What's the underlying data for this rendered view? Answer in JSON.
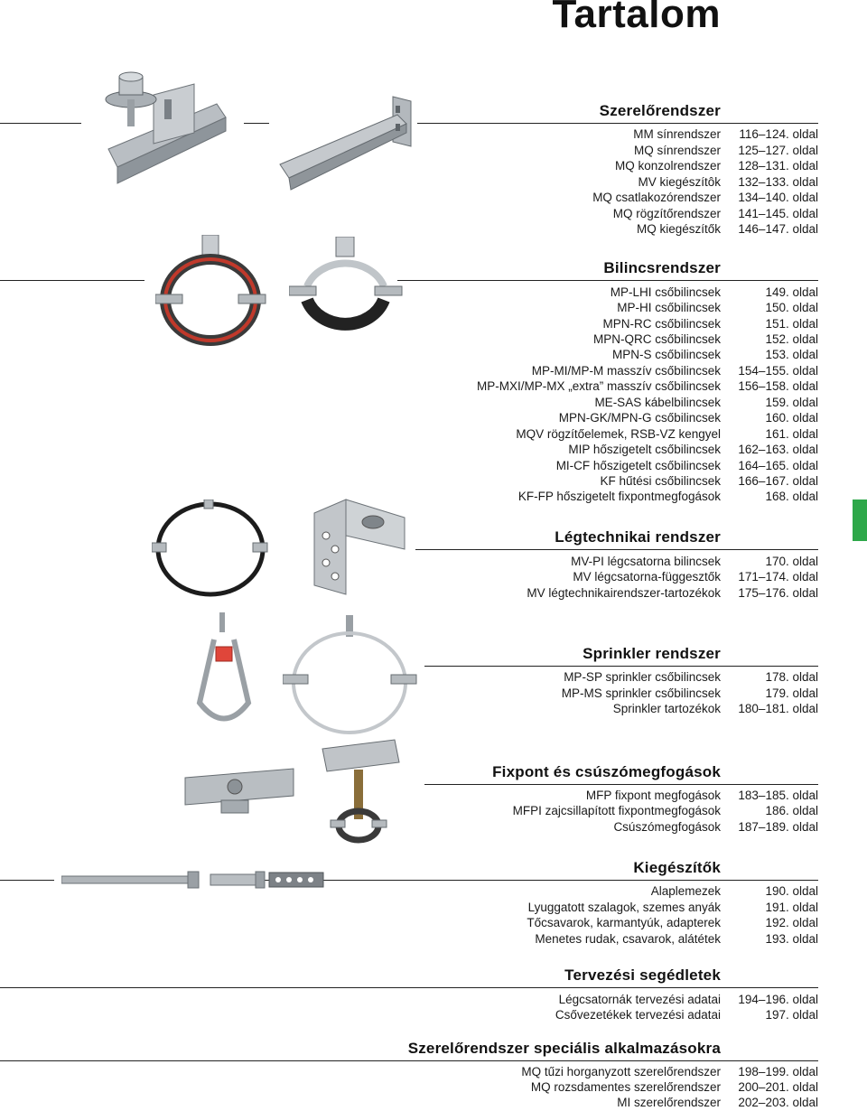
{
  "title": "Tartalom",
  "accent_color": "#2ea84a",
  "sections": [
    {
      "heading": "Szerelőrendszer",
      "items": [
        {
          "name": "MM sínrendszer",
          "pages": "116–124. oldal"
        },
        {
          "name": "MQ sínrendszer",
          "pages": "125–127. oldal"
        },
        {
          "name": "MQ konzolrendszer",
          "pages": "128–131. oldal"
        },
        {
          "name": "MV kiegészítôk",
          "pages": "132–133. oldal"
        },
        {
          "name": "MQ csatlakozórendszer",
          "pages": "134–140. oldal"
        },
        {
          "name": "MQ rögzítőrendszer",
          "pages": "141–145. oldal"
        },
        {
          "name": "MQ kiegészítők",
          "pages": "146–147. oldal"
        }
      ]
    },
    {
      "heading": "Bilincsrendszer",
      "items": [
        {
          "name": "MP-LHI csőbilincsek",
          "pages": "149. oldal"
        },
        {
          "name": "MP-HI csőbilincsek",
          "pages": "150. oldal"
        },
        {
          "name": "MPN-RC csőbilincsek",
          "pages": "151. oldal"
        },
        {
          "name": "MPN-QRC csőbilincsek",
          "pages": "152. oldal"
        },
        {
          "name": "MPN-S csőbilincsek",
          "pages": "153. oldal"
        },
        {
          "name": "MP-MI/MP-M masszív csőbilincsek",
          "pages": "154–155. oldal"
        },
        {
          "name": "MP-MXI/MP-MX „extra” masszív csőbilincsek",
          "pages": "156–158. oldal"
        },
        {
          "name": "ME-SAS kábelbilincsek",
          "pages": "159. oldal"
        },
        {
          "name": "MPN-GK/MPN-G csőbilincsek",
          "pages": "160. oldal"
        },
        {
          "name": "MQV rögzítőelemek, RSB-VZ kengyel",
          "pages": "161. oldal"
        },
        {
          "name": "MIP hőszigetelt csőbilincsek",
          "pages": "162–163. oldal"
        },
        {
          "name": "MI-CF hőszigetelt csőbilincsek",
          "pages": "164–165. oldal"
        },
        {
          "name": "KF hűtési csőbilincsek",
          "pages": "166–167. oldal"
        },
        {
          "name": "KF-FP hőszigetelt fixpontmegfogások",
          "pages": "168. oldal"
        }
      ]
    },
    {
      "heading": "Légtechnikai rendszer",
      "items": [
        {
          "name": "MV-PI légcsatorna bilincsek",
          "pages": "170. oldal"
        },
        {
          "name": "MV légcsatorna-függesztők",
          "pages": "171–174. oldal"
        },
        {
          "name": "MV légtechnikairendszer-tartozékok",
          "pages": "175–176. oldal"
        }
      ]
    },
    {
      "heading": "Sprinkler rendszer",
      "items": [
        {
          "name": "MP-SP sprinkler csőbilincsek",
          "pages": "178. oldal"
        },
        {
          "name": "MP-MS sprinkler csőbilincsek",
          "pages": "179. oldal"
        },
        {
          "name": "Sprinkler tartozékok",
          "pages": "180–181. oldal"
        }
      ]
    },
    {
      "heading": "Fixpont és csúszómegfogások",
      "items": [
        {
          "name": "MFP fixpont megfogások",
          "pages": "183–185. oldal"
        },
        {
          "name": "MFPI zajcsillapított fixpontmegfogások",
          "pages": "186. oldal"
        },
        {
          "name": "Csúszómegfogások",
          "pages": "187–189. oldal"
        }
      ]
    },
    {
      "heading": "Kiegészítők",
      "items": [
        {
          "name": "Alaplemezek",
          "pages": "190. oldal"
        },
        {
          "name": "Lyuggatott szalagok, szemes anyák",
          "pages": "191. oldal"
        },
        {
          "name": "Tőcsavarok, karmantyúk, adapterek",
          "pages": "192. oldal"
        },
        {
          "name": "Menetes rudak, csavarok, alátétek",
          "pages": "193. oldal"
        }
      ]
    },
    {
      "heading": "Tervezési segédletek",
      "items": [
        {
          "name": "Légcsatornák tervezési adatai",
          "pages": "194–196. oldal"
        },
        {
          "name": "Csővezetékek tervezési adatai",
          "pages": "197. oldal"
        }
      ]
    },
    {
      "heading": "Szerelőrendszer speciális alkalmazásokra",
      "items": [
        {
          "name": "MQ tűzi horganyzott szerelőrendszer",
          "pages": "198–199. oldal"
        },
        {
          "name": "MQ rozsdamentes szerelőrendszer",
          "pages": "200–201. oldal"
        },
        {
          "name": "MI szerelőrendszer",
          "pages": "202–203. oldal"
        }
      ]
    }
  ]
}
